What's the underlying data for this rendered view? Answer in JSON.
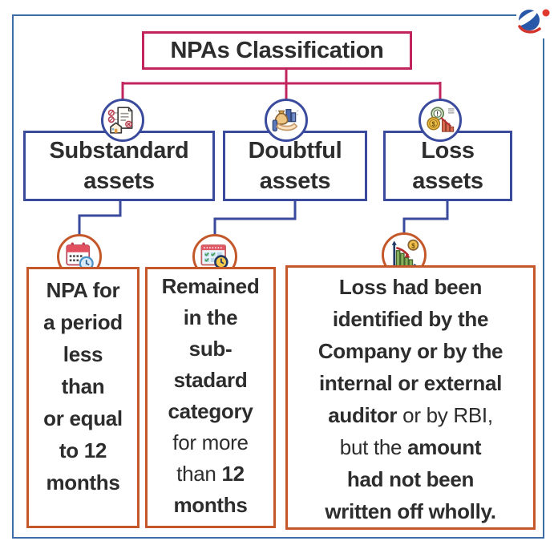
{
  "colors": {
    "pink": "#c2255e",
    "navy": "#3a4a9c",
    "orange": "#c4582b",
    "border_blue": "#3c6da6",
    "text": "#2d2d2d"
  },
  "header": {
    "title": "NPAs Classification",
    "logo_icon": "company-logo"
  },
  "branches": [
    {
      "id": "substandard",
      "icon": "house-document-icon",
      "label": "Substandard\nassets"
    },
    {
      "id": "doubtful",
      "icon": "hand-money-icon",
      "label": "Doubtful\nassets"
    },
    {
      "id": "loss",
      "icon": "coins-decline-icon",
      "label": "Loss\nassets"
    }
  ],
  "details": [
    {
      "icon": "calendar-clock-icon",
      "lines": [
        [
          {
            "t": "NPA for",
            "b": true
          }
        ],
        [
          {
            "t": "a period",
            "b": true
          }
        ],
        [
          {
            "t": "less",
            "b": true
          }
        ],
        [
          {
            "t": "than",
            "b": true
          }
        ],
        [
          {
            "t": "or equal",
            "b": true
          }
        ],
        [
          {
            "t": "to 12",
            "b": true
          }
        ],
        [
          {
            "t": "months",
            "b": true
          }
        ]
      ]
    },
    {
      "icon": "calendar-checks-clock-icon",
      "lines": [
        [
          {
            "t": "Remained",
            "b": true
          }
        ],
        [
          {
            "t": "in the",
            "b": true
          }
        ],
        [
          {
            "t": "sub-",
            "b": true
          }
        ],
        [
          {
            "t": "stadard",
            "b": true
          }
        ],
        [
          {
            "t": "category",
            "b": true
          }
        ],
        [
          {
            "t": "for more",
            "b": false
          }
        ],
        [
          {
            "t": "than ",
            "b": false
          },
          {
            "t": "12",
            "b": true
          }
        ],
        [
          {
            "t": "months",
            "b": true
          }
        ]
      ]
    },
    {
      "icon": "declining-chart-coin-icon",
      "lines": [
        [
          {
            "t": "Loss had been",
            "b": true
          }
        ],
        [
          {
            "t": "identified by the",
            "b": true
          }
        ],
        [
          {
            "t": "Company or by the",
            "b": true
          }
        ],
        [
          {
            "t": "internal or external",
            "b": true
          }
        ],
        [
          {
            "t": "auditor",
            "b": true
          },
          {
            "t": " or by RBI,",
            "b": false
          }
        ],
        [
          {
            "t": "but the ",
            "b": false
          },
          {
            "t": "amount",
            "b": true
          }
        ],
        [
          {
            "t": "had not been",
            "b": true
          }
        ],
        [
          {
            "t": "written off wholly.",
            "b": true
          }
        ]
      ]
    }
  ]
}
